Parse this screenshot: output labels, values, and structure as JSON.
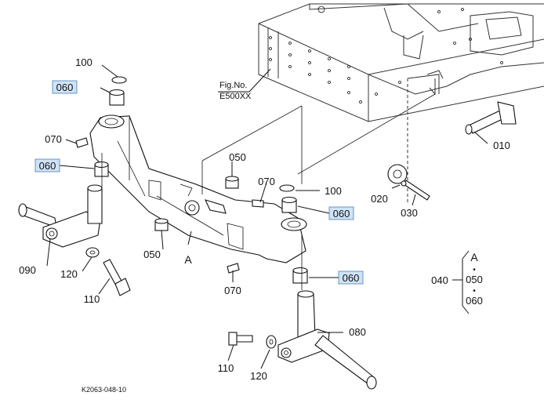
{
  "figure_ref": {
    "line1": "Fig.No.",
    "line2": "E500XX"
  },
  "drawing_code": "K2063-048-10",
  "callouts": {
    "c100_top": "100",
    "c060_top": "060",
    "c070_left": "070",
    "c060_left": "060",
    "c050_mid": "050",
    "c070_mid": "070",
    "c100_mid": "100",
    "c060_mid": "060",
    "c020": "020",
    "c030": "030",
    "c010": "010",
    "c050_low": "050",
    "c090": "090",
    "c120_left": "120",
    "c110_left": "110",
    "c070_low": "070",
    "c060_low": "060",
    "c080": "080",
    "c110_low": "110",
    "c120_low": "120",
    "c040": "040",
    "c050_group": "050",
    "c060_group": "060"
  },
  "labels": {
    "view_a": "A",
    "group_a": "A",
    "dot1": "•",
    "dot2": "•"
  },
  "highlight_color": "#cfe3f7"
}
